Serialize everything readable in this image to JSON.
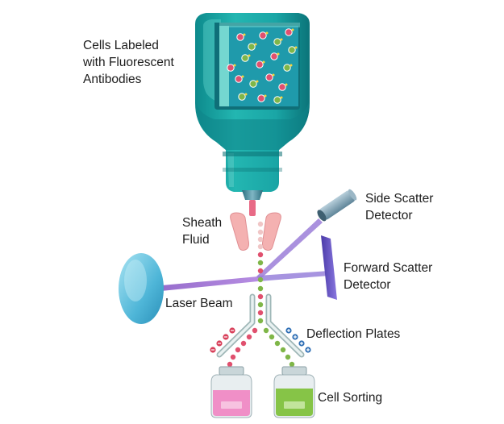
{
  "labels": {
    "cells": [
      "Cells Labeled",
      "with Fluorescent",
      "Antibodies"
    ],
    "sheath": [
      "Sheath",
      "Fluid"
    ],
    "side_scatter": [
      "Side Scatter",
      "Detector"
    ],
    "forward_scatter": [
      "Forward Scatter",
      "Detector"
    ],
    "laser": "Laser Beam",
    "deflection": "Deflection Plates",
    "sorting": "Cell Sorting"
  },
  "colors": {
    "reservoir": "#1aa6a6",
    "reservoir_dark": "#0d7f84",
    "reservoir_light": "#4cc6c2",
    "inner": "#2aa7b4",
    "sheath_fluid": "#f4b1b1",
    "nozzle": "#e86a86",
    "laser": "#9e6fd0",
    "lens": "#4fb6d8",
    "cell_red": "#e0506e",
    "cell_green": "#7fb648",
    "detector_plate": "#6a4fc4",
    "detector_body": "#7ea3b8",
    "plate": "#cfdcdd",
    "vial_pink": "#f08fc7",
    "vial_green": "#86c447",
    "text": "#1c1c1c"
  }
}
